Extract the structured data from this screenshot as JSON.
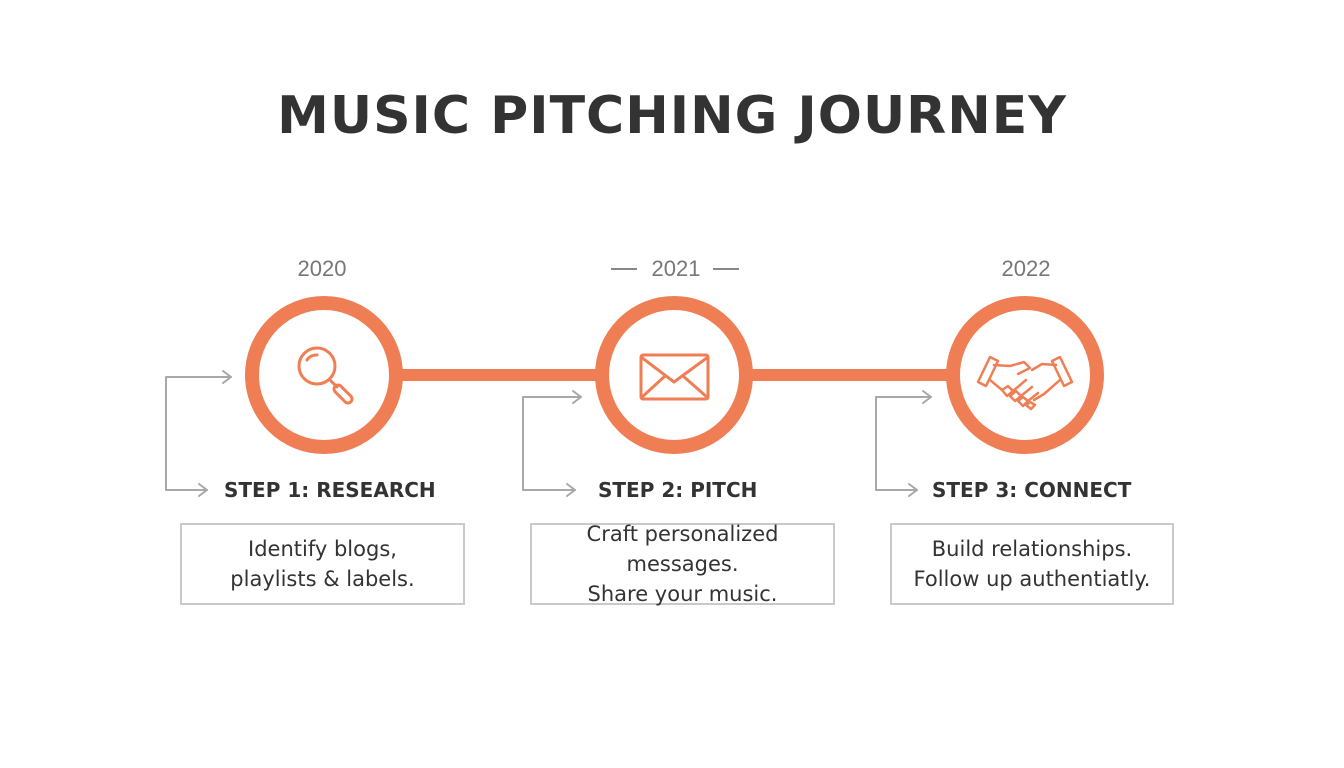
{
  "title": "MUSIC PITCHING JOURNEY",
  "accent_color": "#f07e55",
  "steps": [
    {
      "year": "2020",
      "label": "STEP 1: RESEARCH",
      "icon": "magnifying-glass-icon",
      "description_lines": [
        "Identify blogs,",
        "playlists & labels."
      ]
    },
    {
      "year": "2021",
      "label": "STEP 2: PITCH",
      "icon": "envelope-icon",
      "description_lines": [
        "Craft personalized messages.",
        "Share your music."
      ]
    },
    {
      "year": "2022",
      "label": "STEP 3: CONNECT",
      "icon": "handshake-icon",
      "description_lines": [
        "Build relationships.",
        "Follow up authentiatly."
      ]
    }
  ]
}
